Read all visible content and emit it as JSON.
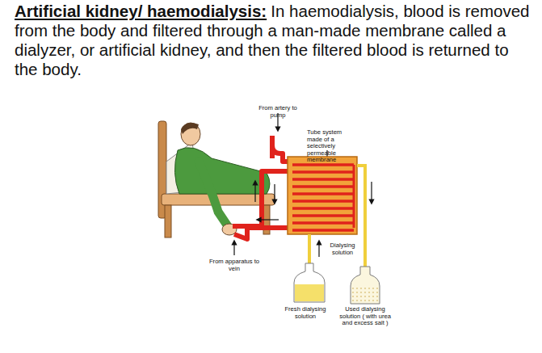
{
  "diagram": {
    "title": "Artificial kidney/ haemodialysis:",
    "labels": [
      "In haemodialysis, blood is removed from the body and filtered through a man-made membrane called a dialyzer, or artificial kidney, and then the filtered blood is returned to the body.",
      "From artery to pump",
      "Tube system made of a selectively permeable membrane",
      "Dialysing solution",
      "From apparatus to vein",
      "Fresh dialysing solution",
      "Used dialysing solution ( with urea and excess salt )"
    ]
  }
}
